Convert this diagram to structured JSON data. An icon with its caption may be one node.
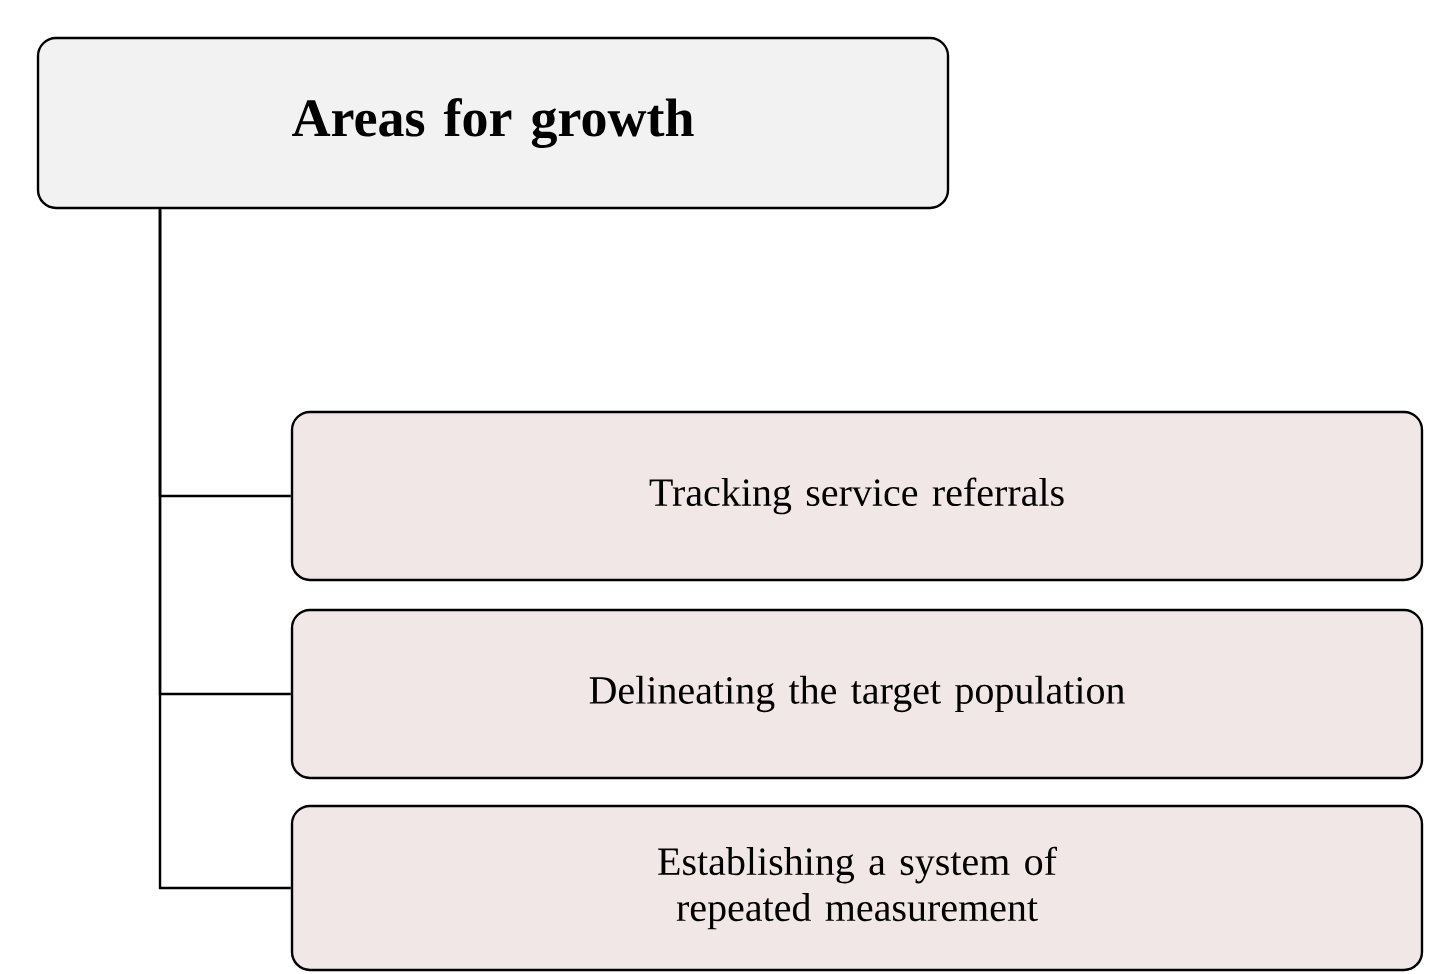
{
  "diagram": {
    "nodes": [
      {
        "text": [
          "Areas for growth"
        ]
      },
      {
        "text": [
          "Tracking service referrals"
        ]
      },
      {
        "text": [
          "Delineating the target population"
        ]
      },
      {
        "text": [
          "Establishing a system of repeated measurement"
        ]
      }
    ],
    "edges": [
      {
        "from": 0,
        "to": 1,
        "arrow": "none"
      },
      {
        "from": 0,
        "to": 2,
        "arrow": "none"
      },
      {
        "from": 0,
        "to": 3,
        "arrow": "none"
      }
    ]
  }
}
